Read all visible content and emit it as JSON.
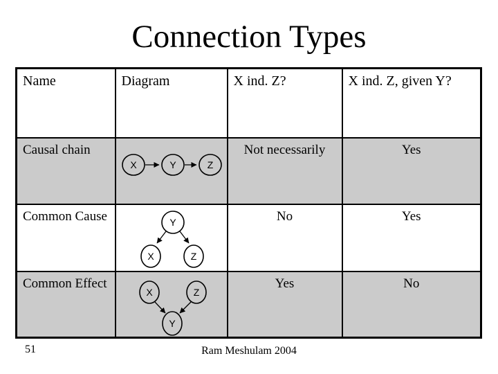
{
  "slide": {
    "title": "Connection Types",
    "page_number": "51",
    "footer": "Ram Meshulam 2004"
  },
  "table": {
    "columns": [
      "Name",
      "Diagram",
      "X ind. Z?",
      "X ind. Z, given Y?"
    ],
    "rows": [
      {
        "name": "Causal chain",
        "diagram": "chain X -> Y -> Z",
        "x_ind_z": "Not necessarily",
        "x_ind_z_given_y": "Yes",
        "shaded": true
      },
      {
        "name": "Common Cause",
        "diagram": "Y -> X and Y -> Z",
        "x_ind_z": "No",
        "x_ind_z_given_y": "Yes",
        "shaded": false
      },
      {
        "name": "Common Effect",
        "diagram": "X -> Y and Z -> Y",
        "x_ind_z": "Yes",
        "x_ind_z_given_y": "No",
        "shaded": true
      }
    ],
    "node_labels": {
      "x": "X",
      "y": "Y",
      "z": "Z"
    }
  },
  "colors": {
    "shaded_cell": "#cbcbcb",
    "border": "#000000",
    "text": "#000000",
    "background": "#ffffff"
  }
}
